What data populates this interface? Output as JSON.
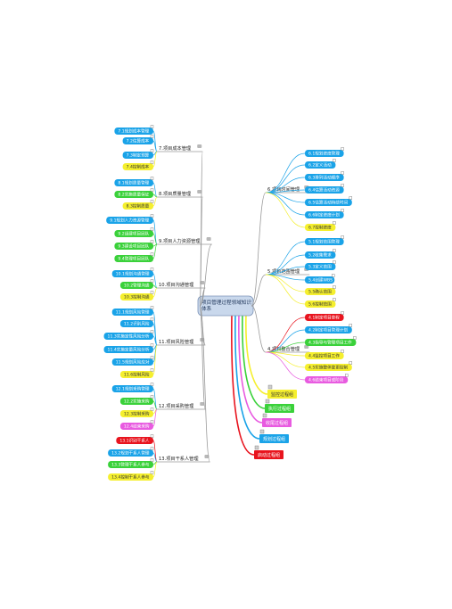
{
  "central": {
    "label": "项目管理过程领域知识体系"
  },
  "colors": {
    "blue": "#1aa3e8",
    "green": "#3ad13a",
    "yellow": "#f5ef2e",
    "magenta": "#e85be0",
    "red": "#e8141e",
    "central_fill": "#c9d8ec",
    "line": "#9a9a9a"
  },
  "left_groups": [
    {
      "label": "7.项目成本管理",
      "children": [
        {
          "label": "7.1规划成本管理",
          "color": "blue"
        },
        {
          "label": "7.2估算成本",
          "color": "blue"
        },
        {
          "label": "7.3制定预算",
          "color": "blue"
        },
        {
          "label": "7.4控制成本",
          "color": "yellow"
        }
      ]
    },
    {
      "label": "8.项目质量管理",
      "children": [
        {
          "label": "8.1规划质量管理",
          "color": "blue"
        },
        {
          "label": "8.2实施质量保证",
          "color": "green"
        },
        {
          "label": "8.3控制质量",
          "color": "yellow"
        }
      ]
    },
    {
      "label": "9.项目人力资源管理",
      "children": [
        {
          "label": "9.1规划人力资源管理",
          "color": "blue"
        },
        {
          "label": "9.2组建项目团队",
          "color": "green"
        },
        {
          "label": "9.3建设项目团队",
          "color": "green"
        },
        {
          "label": "9.4管理项目团队",
          "color": "green"
        }
      ]
    },
    {
      "label": "10.项目沟通管理",
      "children": [
        {
          "label": "10.1规划沟通管理",
          "color": "blue"
        },
        {
          "label": "10.2管理沟通",
          "color": "green"
        },
        {
          "label": "10.3控制沟通",
          "color": "yellow"
        }
      ]
    },
    {
      "label": "11.项目风险管理",
      "children": [
        {
          "label": "11.1规划风险管理",
          "color": "blue"
        },
        {
          "label": "11.2识别风险",
          "color": "blue"
        },
        {
          "label": "11.3实施定性风险分析",
          "color": "blue"
        },
        {
          "label": "11.4实施定量风险分析",
          "color": "blue"
        },
        {
          "label": "11.5规划风险应对",
          "color": "blue"
        },
        {
          "label": "11.6控制风险",
          "color": "yellow"
        }
      ]
    },
    {
      "label": "12.项目采购管理",
      "children": [
        {
          "label": "12.1规划采购管理",
          "color": "blue"
        },
        {
          "label": "12.2实施采购",
          "color": "green"
        },
        {
          "label": "12.3控制采购",
          "color": "yellow"
        },
        {
          "label": "12.4结束采购",
          "color": "magenta"
        }
      ]
    },
    {
      "label": "13.项目干系人管理",
      "children": [
        {
          "label": "13.1识别干系人",
          "color": "red"
        },
        {
          "label": "13.2规划干系人管理",
          "color": "blue"
        },
        {
          "label": "13.3管理干系人参与",
          "color": "green"
        },
        {
          "label": "13.4控制干系人参与",
          "color": "yellow"
        }
      ]
    }
  ],
  "right_groups": [
    {
      "label": "6.项目时间管理",
      "children": [
        {
          "label": "6.1规划进度管理",
          "color": "blue"
        },
        {
          "label": "6.2定义活动",
          "color": "blue"
        },
        {
          "label": "6.3排列活动顺序",
          "color": "blue"
        },
        {
          "label": "6.4估算活动资源",
          "color": "blue"
        },
        {
          "label": "6.5估算活动持续时间",
          "color": "blue"
        },
        {
          "label": "6.6制定进度计划",
          "color": "blue"
        },
        {
          "label": "6.7控制进度",
          "color": "yellow"
        }
      ]
    },
    {
      "label": "5.项目范围管理",
      "children": [
        {
          "label": "5.1规划范围管理",
          "color": "blue"
        },
        {
          "label": "5.2收集需求",
          "color": "blue"
        },
        {
          "label": "5.3定义范围",
          "color": "blue"
        },
        {
          "label": "5.4创建WBS",
          "color": "blue"
        },
        {
          "label": "5.5确认范围",
          "color": "yellow"
        },
        {
          "label": "5.6控制范围",
          "color": "yellow"
        }
      ]
    },
    {
      "label": "4.项目整合管理",
      "children": [
        {
          "label": "4.1制定项目章程",
          "color": "red"
        },
        {
          "label": "4.2制定项目管理计划",
          "color": "blue"
        },
        {
          "label": "4.3指导与管理项目工作",
          "color": "green"
        },
        {
          "label": "4.4监控项目工作",
          "color": "yellow"
        },
        {
          "label": "4.5实施整体变更控制",
          "color": "yellow"
        },
        {
          "label": "4.6结束项目或阶段",
          "color": "magenta"
        }
      ]
    }
  ],
  "process_groups": [
    {
      "label": "监控过程组",
      "color": "yellow"
    },
    {
      "label": "执行过程组",
      "color": "green"
    },
    {
      "label": "收尾过程组",
      "color": "magenta"
    },
    {
      "label": "规划过程组",
      "color": "blue"
    },
    {
      "label": "启动过程组",
      "color": "red"
    }
  ]
}
